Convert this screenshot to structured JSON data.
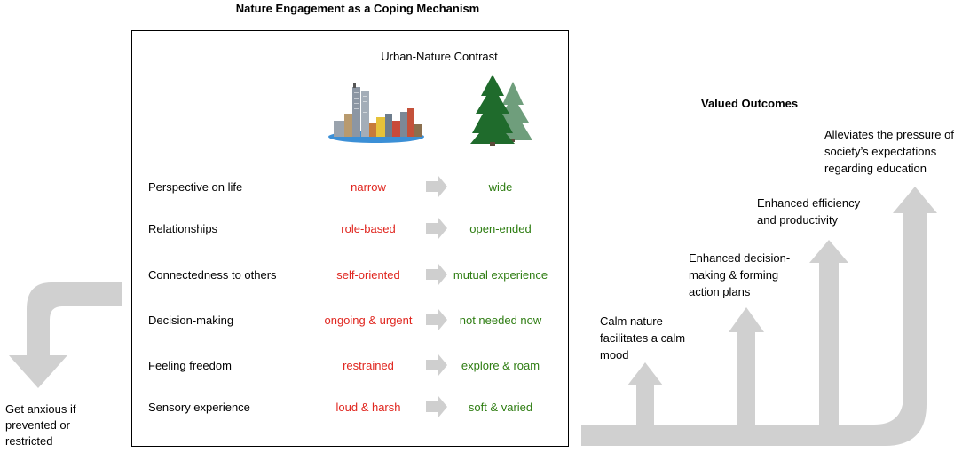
{
  "title": "Nature Engagement as a Coping Mechanism",
  "contrast_title": "Urban-Nature Contrast",
  "rows": [
    {
      "label": "Perspective on life",
      "urban": "narrow",
      "nature": "wide"
    },
    {
      "label": "Relationships",
      "urban": "role-based",
      "nature": "open-ended"
    },
    {
      "label": "Connectedness to others",
      "urban": "self-oriented",
      "nature": "mutual experience"
    },
    {
      "label": "Decision-making",
      "urban": "ongoing & urgent",
      "nature": "not needed now"
    },
    {
      "label": "Feeling freedom",
      "urban": "restrained",
      "nature": "explore & roam"
    },
    {
      "label": "Sensory experience",
      "urban": "loud & harsh",
      "nature": "soft & varied"
    }
  ],
  "valued_outcomes_title": "Valued Outcomes",
  "outcomes": [
    {
      "lines": [
        "Calm nature",
        "facilitates a calm",
        "mood"
      ]
    },
    {
      "lines": [
        "Enhanced decision-",
        "making & forming",
        "action plans"
      ]
    },
    {
      "lines": [
        "Enhanced efficiency",
        "and productivity"
      ]
    },
    {
      "lines": [
        "Alleviates the pressure of",
        "society’s expectations",
        "regarding education"
      ]
    }
  ],
  "anxious_lines": [
    "Get anxious if",
    "prevented or",
    "restricted"
  ],
  "icons": [
    "city-skyline-icon",
    "pine-trees-icon"
  ],
  "colors": {
    "urban": "#e0261f",
    "nature": "#2e7d12",
    "arrow": "#d0d0d0"
  }
}
